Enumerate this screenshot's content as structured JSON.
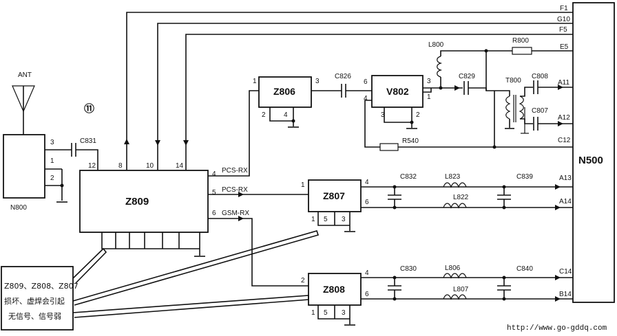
{
  "marker": "⑪",
  "antenna": {
    "label": "ANT"
  },
  "components": {
    "N800": "N800",
    "Z809": "Z809",
    "Z806": "Z806",
    "V802": "V802",
    "Z807": "Z807",
    "Z808": "Z808",
    "N500": "N500"
  },
  "capacitors": {
    "C831": "C831",
    "C826": "C826",
    "C829": "C829",
    "C808": "C808",
    "C807": "C807",
    "C832": "C832",
    "C839": "C839",
    "C830": "C830",
    "C840": "C840"
  },
  "inductors": {
    "L800": "L800",
    "L823": "L823",
    "L822": "L822",
    "L806": "L806",
    "L807": "L807"
  },
  "resistors": {
    "R800": "R800",
    "R540": "R540"
  },
  "transformer": {
    "T800": "T800"
  },
  "nets": {
    "PCS_RX_1": "PCS-RX",
    "PCS_RX_2": "PCS-RX",
    "GSM_RX": "GSM-RX"
  },
  "n500_pins": {
    "F1": "F1",
    "G10": "G10",
    "F5": "F5",
    "E5": "E5",
    "A11": "A11",
    "A12": "A12",
    "C12": "C12",
    "A13": "A13",
    "A14": "A14",
    "C14": "C14",
    "B14": "B14"
  },
  "pins": {
    "n800_3": "3",
    "n800_1": "1",
    "n800_2": "2",
    "z809_12": "12",
    "z809_8": "8",
    "z809_10": "10",
    "z809_14": "14",
    "z809_4": "4",
    "z809_5": "5",
    "z809_6": "6",
    "z806_1": "1",
    "z806_3": "3",
    "z806_2": "2",
    "z806_4": "4",
    "v802_6": "6",
    "v802_4": "4",
    "v802_3a": "3",
    "v802_1": "1",
    "v802_3b": "3",
    "v802_2": "2",
    "z807_1": "1",
    "z807_4": "4",
    "z807_6": "6",
    "z807_1b": "1",
    "z807_5": "5",
    "z807_3": "3",
    "z808_2": "2",
    "z808_4": "4",
    "z808_6": "6",
    "z808_1": "1",
    "z808_5": "5",
    "z808_3": "3"
  },
  "callout": {
    "line1": "Z809、Z808、Z807",
    "line2": "损坏、虚焊会引起",
    "line3": "无信号、信号弱"
  },
  "watermark": "http://www.go-gddq.com"
}
